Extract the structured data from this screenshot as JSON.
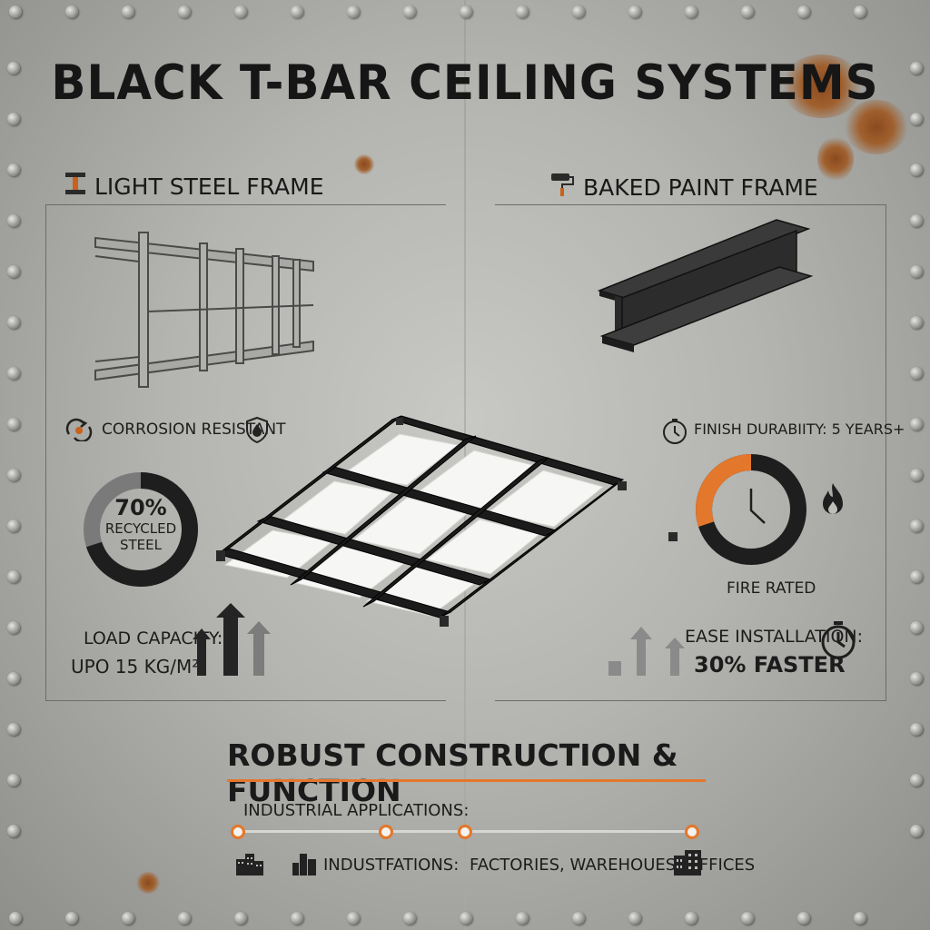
{
  "title": "BLACK T-BAR CEILING SYSTEMS",
  "left_panel": {
    "heading": "LIGHT STEEL FRAME",
    "heading_icon": "i-beam-icon",
    "feature": "CORROSION RESISTANT",
    "donut": {
      "percent_text": "70%",
      "line1": "RECYCLED",
      "line2": "STEEL",
      "fraction": 0.7
    },
    "load_label": "LOAD CAPACITY:",
    "load_value": "UPO 15 KG/M²"
  },
  "right_panel": {
    "heading": "BAKED PAINT FRAME",
    "heading_icon": "paint-roller-icon",
    "feature": "FINISH DURABIITY: 5 YEARS+",
    "donut": {
      "label": "FIRE RATED",
      "fraction": 0.3
    },
    "install_label": "EASE INSTALLATION:",
    "install_value": "30% FASTER"
  },
  "bottom": {
    "title": "ROBUST CONSTRUCTION & FUNCTION",
    "subtitle": "INDUSTRIAL APPLICATIONS:",
    "industries_prefix": "INDUSTFATIONS:",
    "industries_list": "FACTORIES, WAREHOUES, OFFICES"
  },
  "colors": {
    "accent": "#e3772b",
    "dark": "#1e1e1e",
    "grey": "#7a7a7a",
    "steel": "#b8b8b4"
  }
}
